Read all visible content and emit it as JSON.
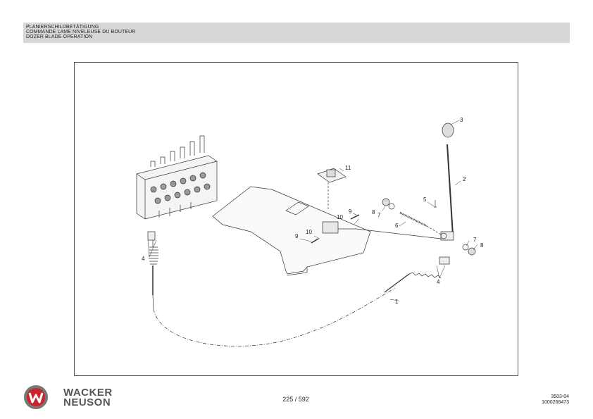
{
  "header": {
    "title_de": "PLANIERSCHILDBETÄTIGUNG",
    "title_fr": "COMMANDE LAME NIVELEUSE DU BOUTEUR",
    "title_en": "DOZER BLADE OPERATION"
  },
  "diagram": {
    "callouts": [
      "1",
      "2",
      "3",
      "4",
      "4",
      "5",
      "6",
      "7",
      "7",
      "8",
      "8",
      "9",
      "9",
      "10",
      "10",
      "11"
    ]
  },
  "footer": {
    "brand_line1": "WACKER",
    "brand_line2": "NEUSON",
    "page_number": "225 / 592",
    "doc_code": "3503-04",
    "doc_number": "1000268473"
  },
  "colors": {
    "header_band": "#d7d7d7",
    "logo_red": "#c8262c",
    "brand_gray": "#555555"
  }
}
